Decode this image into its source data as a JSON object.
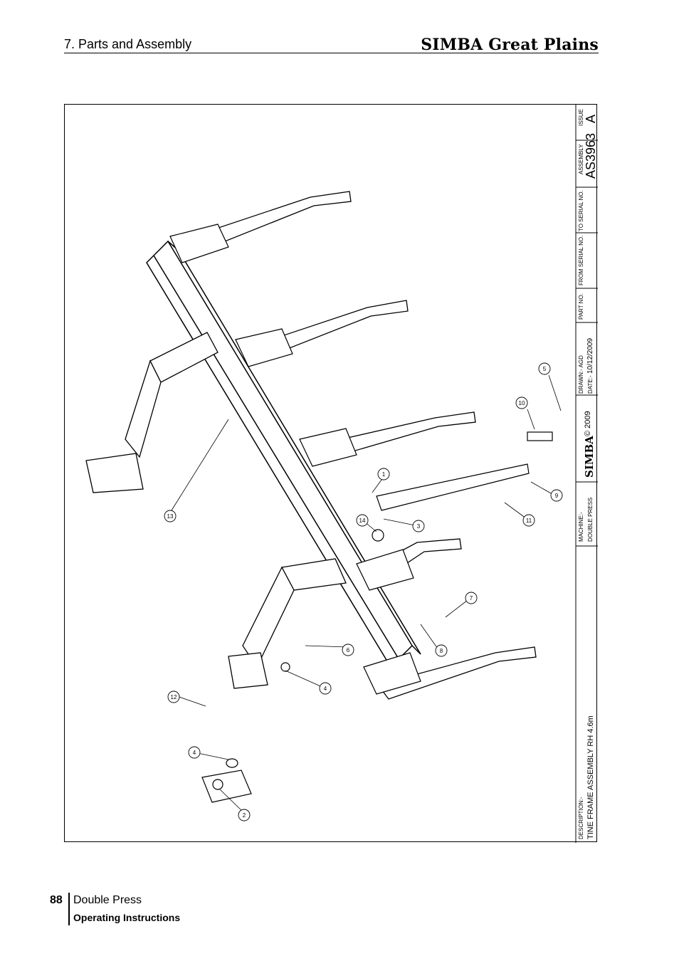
{
  "header": {
    "section_title": "7. Parts and Assembly",
    "brand": "SIMBA Great Plains"
  },
  "title_block": {
    "issue_label": "ISSUE",
    "issue": "A",
    "assembly_label": "ASSEMBLY",
    "assembly": "AS3963",
    "to_serial_label": "TO SERIAL NO.",
    "from_serial_label": "FROM SERIAL NO.",
    "part_no_label": "PART NO.",
    "drawn_label": "DRAWN:- AGD",
    "date_label": "DATE:-",
    "date": "10/12/2009",
    "copyright": "© 2009",
    "logo": "SIMBA",
    "machine_label": "MACHINE:-",
    "machine": "DOUBLE PRESS",
    "description_label": "DESCRIPTION:-",
    "description": "TINE FRAME ASSEMBLY RH 4.6m"
  },
  "callouts": [
    "1",
    "2",
    "3",
    "4",
    "4",
    "5",
    "6",
    "7",
    "8",
    "9",
    "10",
    "11",
    "12",
    "13",
    "14"
  ],
  "footer": {
    "page_number": "88",
    "title": "Double Press",
    "subtitle": "Operating Instructions"
  }
}
